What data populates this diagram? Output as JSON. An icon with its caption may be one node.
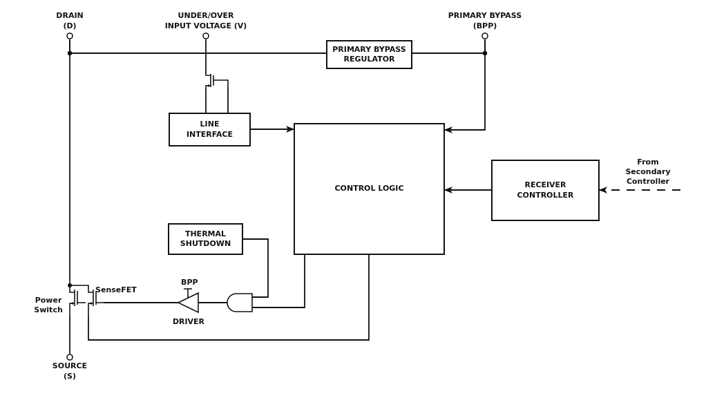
{
  "diagram": {
    "nodes": [
      {
        "text": [
          "DRAIN (D)"
        ]
      },
      {
        "text": [
          "UNDER/OVER INPUT VOLTAGE (V)"
        ]
      },
      {
        "text": [
          "PRIMARY BYPASS (BPP)"
        ]
      },
      {
        "text": [
          "PRIMARY BYPASS REGULATOR"
        ]
      },
      {
        "text": [],
        "shape": "picture"
      },
      {
        "text": [
          "LINE INTERFACE"
        ]
      },
      {
        "text": [
          "CONTROL LOGIC"
        ]
      },
      {
        "text": [
          "RECEIVER CONTROLLER"
        ]
      },
      {
        "text": [
          "THERMAL SHUTDOWN"
        ]
      },
      {
        "text": [],
        "shape": "picture",
        "beside": [
          "Power Switch",
          "SenseFET"
        ]
      },
      {
        "text": [],
        "shape": "triangle",
        "beside": [
          "BPP",
          "DRIVER"
        ]
      },
      {
        "text": [],
        "shape": "gate"
      },
      {
        "text": [
          "SOURCE (S)"
        ]
      }
    ],
    "edges": [
      {
        "from": 0,
        "to": 3,
        "arrow": "none"
      },
      {
        "from": 3,
        "to": 2,
        "arrow": "none"
      },
      {
        "from": 2,
        "to": 6,
        "arrow": "to"
      },
      {
        "from": 1,
        "to": 4,
        "arrow": "none"
      },
      {
        "from": 4,
        "to": 5,
        "arrow": "none"
      },
      {
        "from": 4,
        "to": 5,
        "arrow": "none"
      },
      {
        "from": 5,
        "to": 6,
        "arrow": "to"
      },
      {
        "from": 7,
        "to": 6,
        "arrow": "to"
      },
      {
        "from": null,
        "to": 7,
        "arrow": "to",
        "style": "dashed",
        "label": "From Secondary Controller"
      },
      {
        "from": 8,
        "to": 11,
        "arrow": "none"
      },
      {
        "from": 6,
        "to": 11,
        "arrow": "none"
      },
      {
        "from": 11,
        "to": 10,
        "arrow": "none"
      },
      {
        "from": 10,
        "to": 9,
        "arrow": "none"
      },
      {
        "from": 6,
        "to": 9,
        "arrow": "none"
      },
      {
        "from": 0,
        "to": 9,
        "arrow": "none"
      },
      {
        "from": 9,
        "to": 12,
        "arrow": "none"
      }
    ]
  }
}
